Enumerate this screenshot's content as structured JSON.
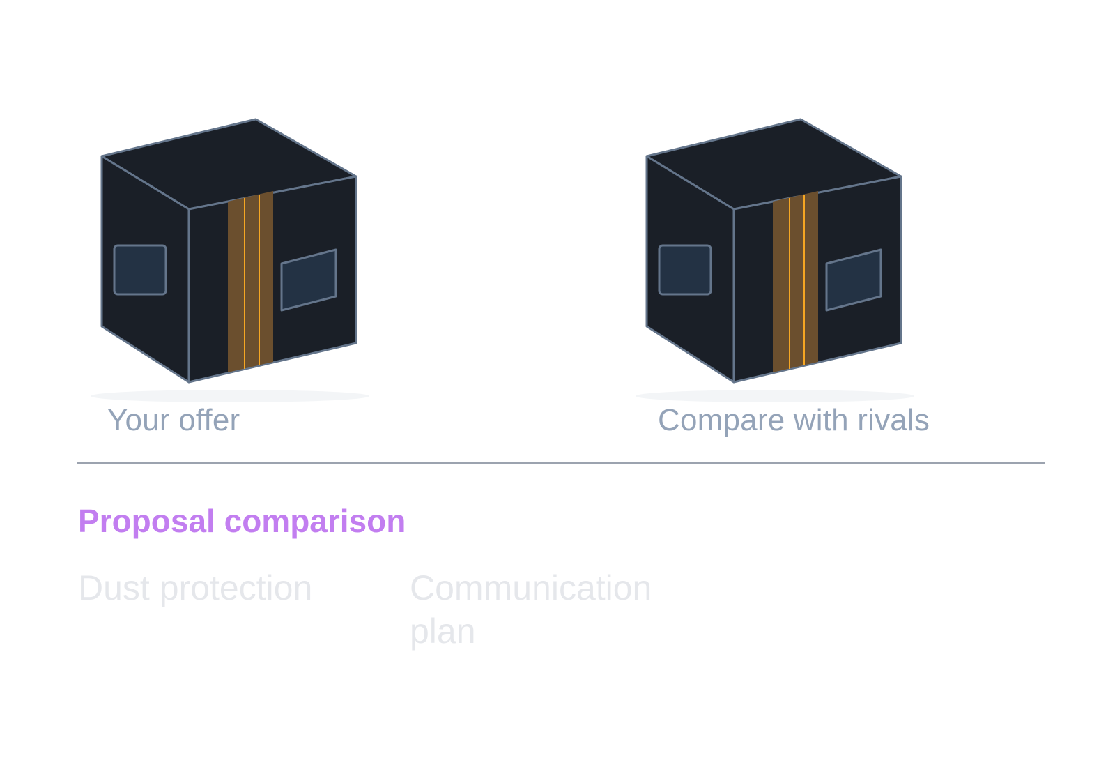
{
  "options": [
    {
      "label": "Your offer",
      "icon": "box-icon"
    },
    {
      "label": "Compare with rivals",
      "icon": "box-icon"
    }
  ],
  "section": {
    "title": "Proposal comparison",
    "features": [
      "Dust protection",
      "Communication plan"
    ]
  },
  "colors": {
    "box_fill": "#1a1f27",
    "box_stroke": "#64758b",
    "tape": "#6b4f2e",
    "tape_line": "#f5a623",
    "panel": "#233244",
    "label": "#94a3b8",
    "accent": "#c27ef0",
    "divider": "#9ca3af",
    "feature_text": "#e5e7eb"
  }
}
